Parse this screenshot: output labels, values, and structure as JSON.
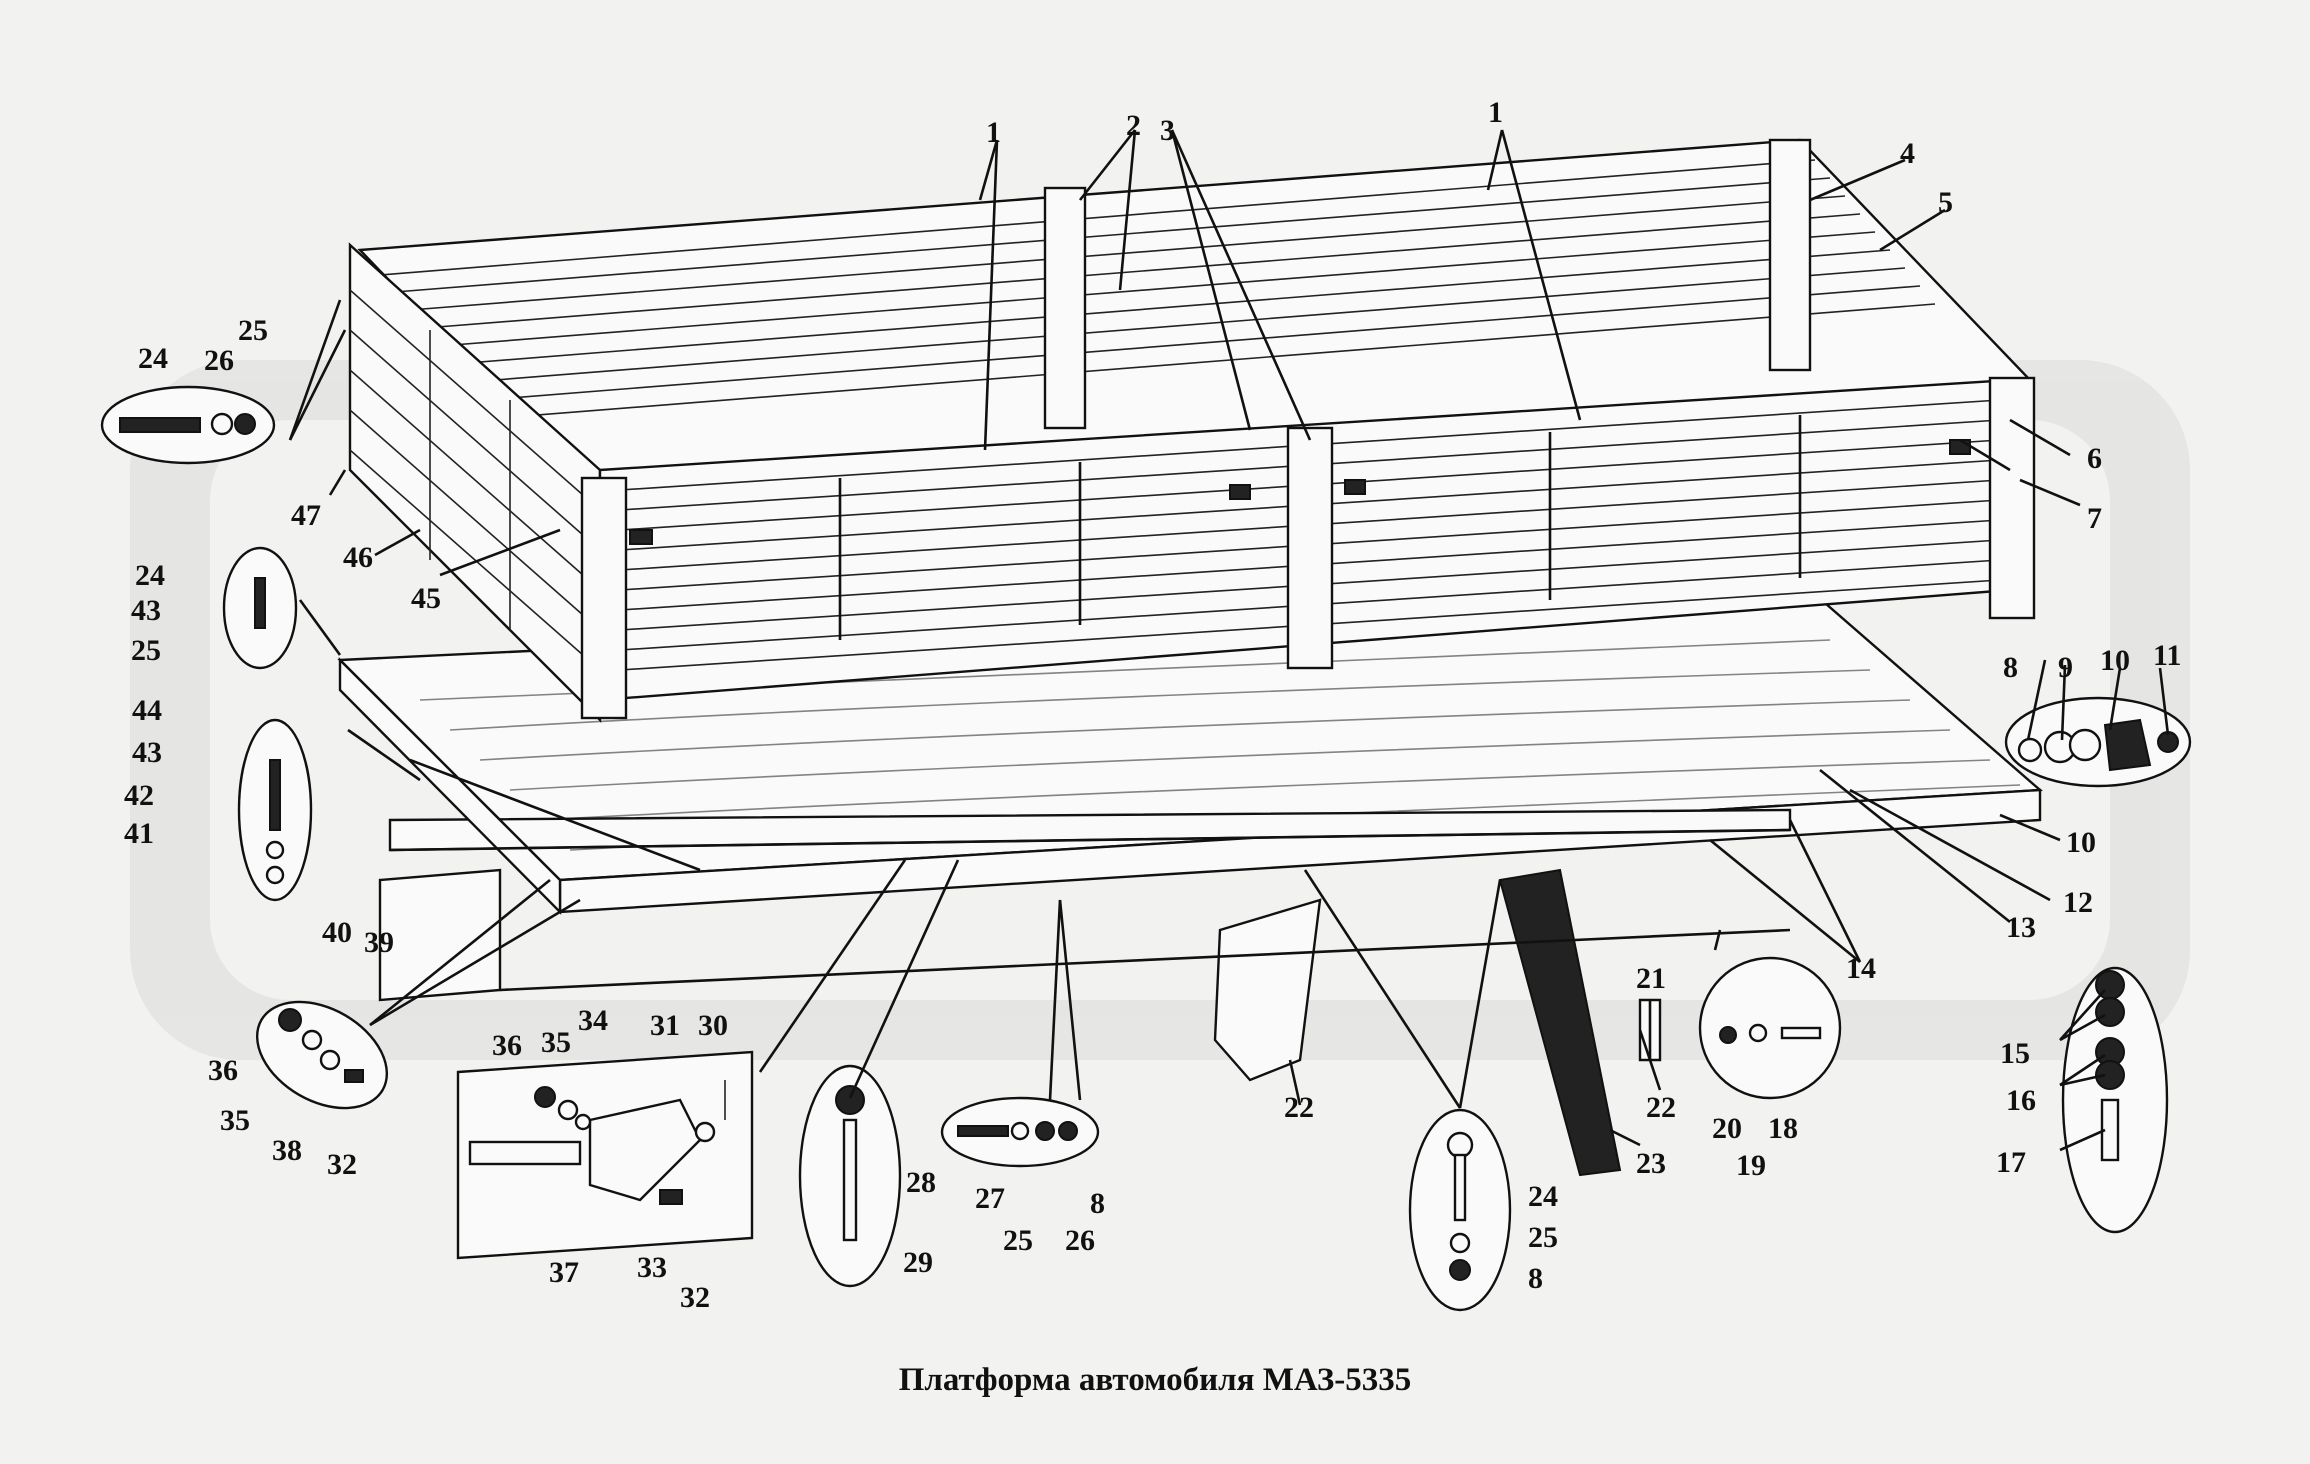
{
  "caption": "Платформа автомобиля МАЗ-5335",
  "callouts": [
    {
      "id": "c1a",
      "text": "1"
    },
    {
      "id": "c1b",
      "text": "1"
    },
    {
      "id": "c2",
      "text": "2"
    },
    {
      "id": "c3",
      "text": "3"
    },
    {
      "id": "c4",
      "text": "4"
    },
    {
      "id": "c5",
      "text": "5"
    },
    {
      "id": "c6",
      "text": "6"
    },
    {
      "id": "c7",
      "text": "7"
    },
    {
      "id": "c8a",
      "text": "8"
    },
    {
      "id": "c9",
      "text": "9"
    },
    {
      "id": "c10a",
      "text": "10"
    },
    {
      "id": "c11",
      "text": "11"
    },
    {
      "id": "c10b",
      "text": "10"
    },
    {
      "id": "c12",
      "text": "12"
    },
    {
      "id": "c13",
      "text": "13"
    },
    {
      "id": "c14",
      "text": "14"
    },
    {
      "id": "c15",
      "text": "15"
    },
    {
      "id": "c16",
      "text": "16"
    },
    {
      "id": "c17",
      "text": "17"
    },
    {
      "id": "c18",
      "text": "18"
    },
    {
      "id": "c19",
      "text": "19"
    },
    {
      "id": "c20",
      "text": "20"
    },
    {
      "id": "c21",
      "text": "21"
    },
    {
      "id": "c22a",
      "text": "22"
    },
    {
      "id": "c22b",
      "text": "22"
    },
    {
      "id": "c23",
      "text": "23"
    },
    {
      "id": "c24a",
      "text": "24"
    },
    {
      "id": "c25a",
      "text": "25"
    },
    {
      "id": "c8b",
      "text": "8"
    },
    {
      "id": "c27",
      "text": "27"
    },
    {
      "id": "c25b",
      "text": "25"
    },
    {
      "id": "c26a",
      "text": "26"
    },
    {
      "id": "c8c",
      "text": "8"
    },
    {
      "id": "c28",
      "text": "28"
    },
    {
      "id": "c29",
      "text": "29"
    },
    {
      "id": "c30",
      "text": "30"
    },
    {
      "id": "c31",
      "text": "31"
    },
    {
      "id": "c34",
      "text": "34"
    },
    {
      "id": "c35a",
      "text": "35"
    },
    {
      "id": "c36a",
      "text": "36"
    },
    {
      "id": "c37",
      "text": "37"
    },
    {
      "id": "c33",
      "text": "33"
    },
    {
      "id": "c32a",
      "text": "32"
    },
    {
      "id": "c36b",
      "text": "36"
    },
    {
      "id": "c35b",
      "text": "35"
    },
    {
      "id": "c38",
      "text": "38"
    },
    {
      "id": "c32b",
      "text": "32"
    },
    {
      "id": "c40",
      "text": "40"
    },
    {
      "id": "c39",
      "text": "39"
    },
    {
      "id": "c41",
      "text": "41"
    },
    {
      "id": "c42",
      "text": "42"
    },
    {
      "id": "c43a",
      "text": "43"
    },
    {
      "id": "c44",
      "text": "44"
    },
    {
      "id": "c25c",
      "text": "25"
    },
    {
      "id": "c43b",
      "text": "43"
    },
    {
      "id": "c24b",
      "text": "24"
    },
    {
      "id": "c45",
      "text": "45"
    },
    {
      "id": "c46",
      "text": "46"
    },
    {
      "id": "c47",
      "text": "47"
    },
    {
      "id": "c24c",
      "text": "24"
    },
    {
      "id": "c26b",
      "text": "26"
    },
    {
      "id": "c25d",
      "text": "25"
    }
  ]
}
